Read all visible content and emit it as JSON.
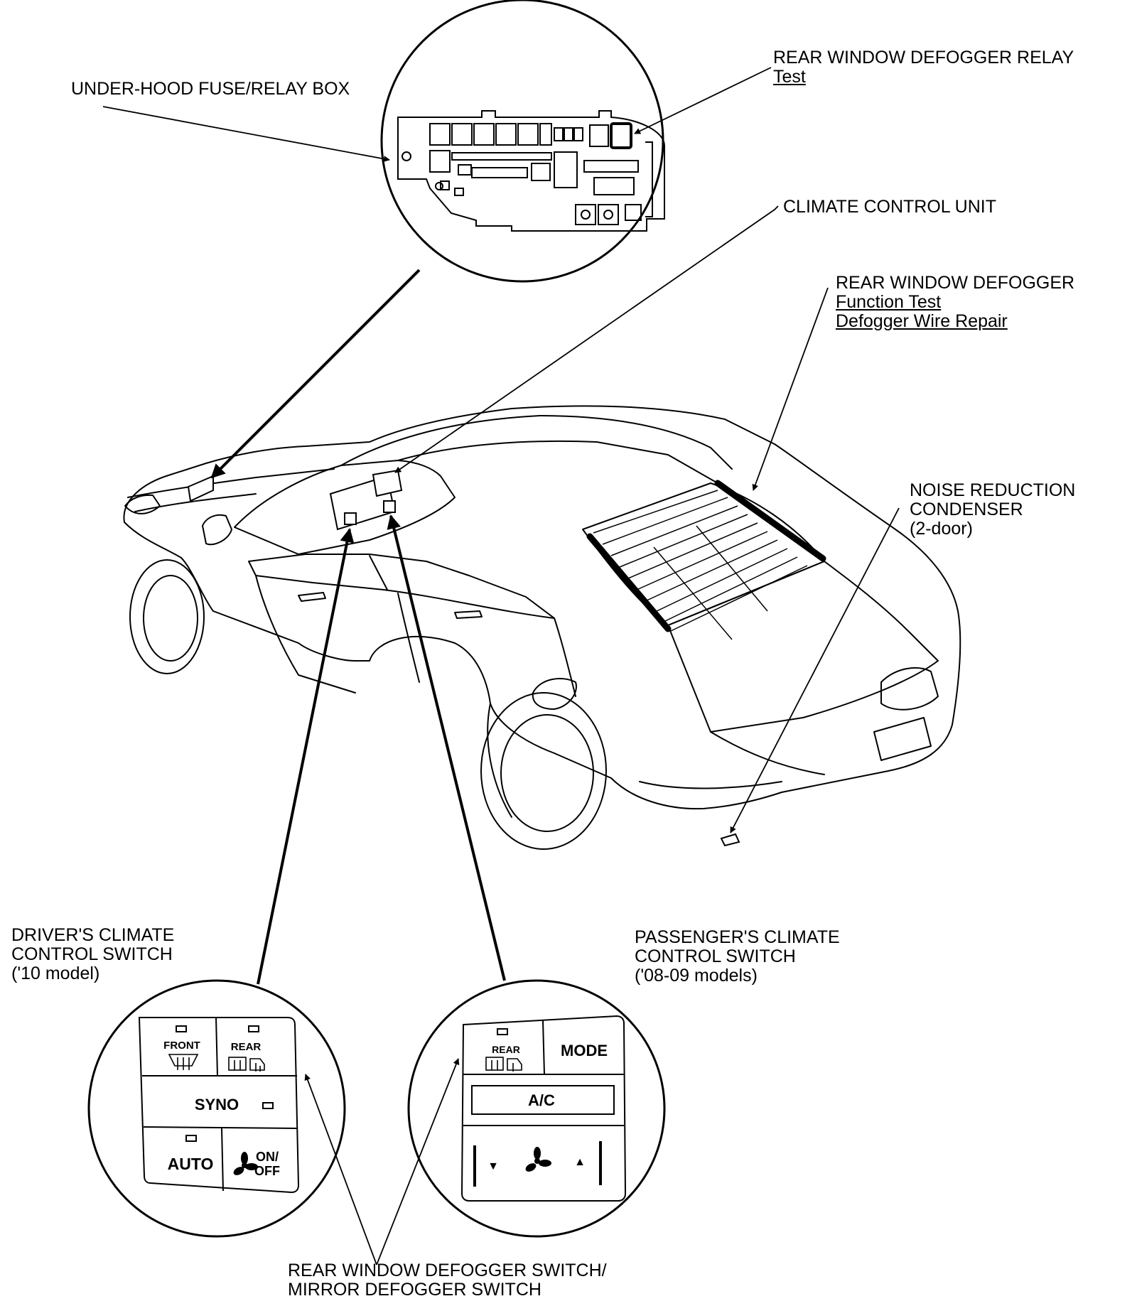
{
  "labels": {
    "relay": {
      "title": "REAR WINDOW DEFOGGER RELAY",
      "link": "Test"
    },
    "fusebox": {
      "title": "UNDER-HOOD FUSE/RELAY BOX"
    },
    "climate_unit": {
      "title": "CLIMATE CONTROL UNIT"
    },
    "defogger": {
      "title": "REAR WINDOW DEFOGGER",
      "link1": "Function Test",
      "link2": "Defogger Wire Repair"
    },
    "condenser": {
      "line1": "NOISE REDUCTION",
      "line2": "CONDENSER",
      "line3": "(2-door)"
    },
    "driver_switch": {
      "line1": "DRIVER'S CLIMATE",
      "line2": "CONTROL SWITCH",
      "line3": "('10 model)"
    },
    "passenger_switch": {
      "line1": "PASSENGER'S CLIMATE",
      "line2": "CONTROL SWITCH",
      "line3": "('08-09 models)"
    },
    "defogger_switch": {
      "line1": "REAR WINDOW DEFOGGER SWITCH/",
      "line2": "MIRROR DEFOGGER SWITCH"
    }
  },
  "driver_panel": {
    "front": "FRONT",
    "rear": "REAR",
    "syno": "SYNO",
    "auto": "AUTO",
    "on": "ON/",
    "off": "OFF"
  },
  "passenger_panel": {
    "rear": "REAR",
    "mode": "MODE",
    "ac": "A/C",
    "down": "▼",
    "up": "▲"
  }
}
